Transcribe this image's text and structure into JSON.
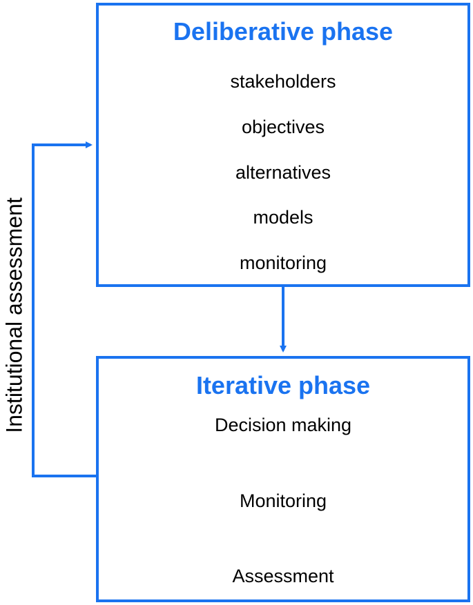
{
  "colors": {
    "accent": "#1a73f0",
    "text": "#000000",
    "background": "#ffffff"
  },
  "side_label": "Institutional assessment",
  "deliberative": {
    "title": "Deliberative phase",
    "items": [
      "stakeholders",
      "objectives",
      "alternatives",
      "models",
      "monitoring"
    ]
  },
  "iterative": {
    "title": "Iterative phase",
    "steps": [
      "Decision making",
      "Monitoring",
      "Assessment"
    ]
  }
}
